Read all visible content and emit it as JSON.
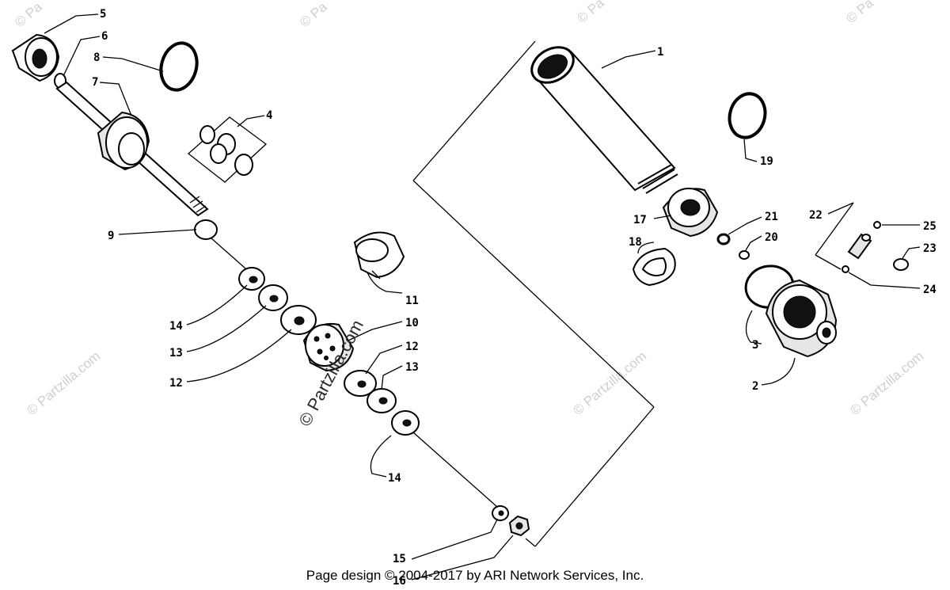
{
  "callouts": {
    "c1": "1",
    "c2": "2",
    "c3": "3",
    "c4": "4",
    "c5": "5",
    "c6": "6",
    "c7": "7",
    "c8": "8",
    "c9": "9",
    "c10": "10",
    "c11": "11",
    "c12a": "12",
    "c12b": "12",
    "c13a": "13",
    "c13b": "13",
    "c14a": "14",
    "c14b": "14",
    "c15": "15",
    "c16": "16",
    "c17": "17",
    "c18": "18",
    "c19": "19",
    "c20": "20",
    "c21": "21",
    "c22": "22",
    "c23": "23",
    "c24": "24",
    "c25": "25"
  },
  "watermark": "© Partzilla.com",
  "watermark_fragment": "© Pa",
  "footer": "Page design © 2004-2017 by ARI Network Services, Inc.",
  "colors": {
    "line": "#000000",
    "watermark": "#cfcfcf"
  }
}
